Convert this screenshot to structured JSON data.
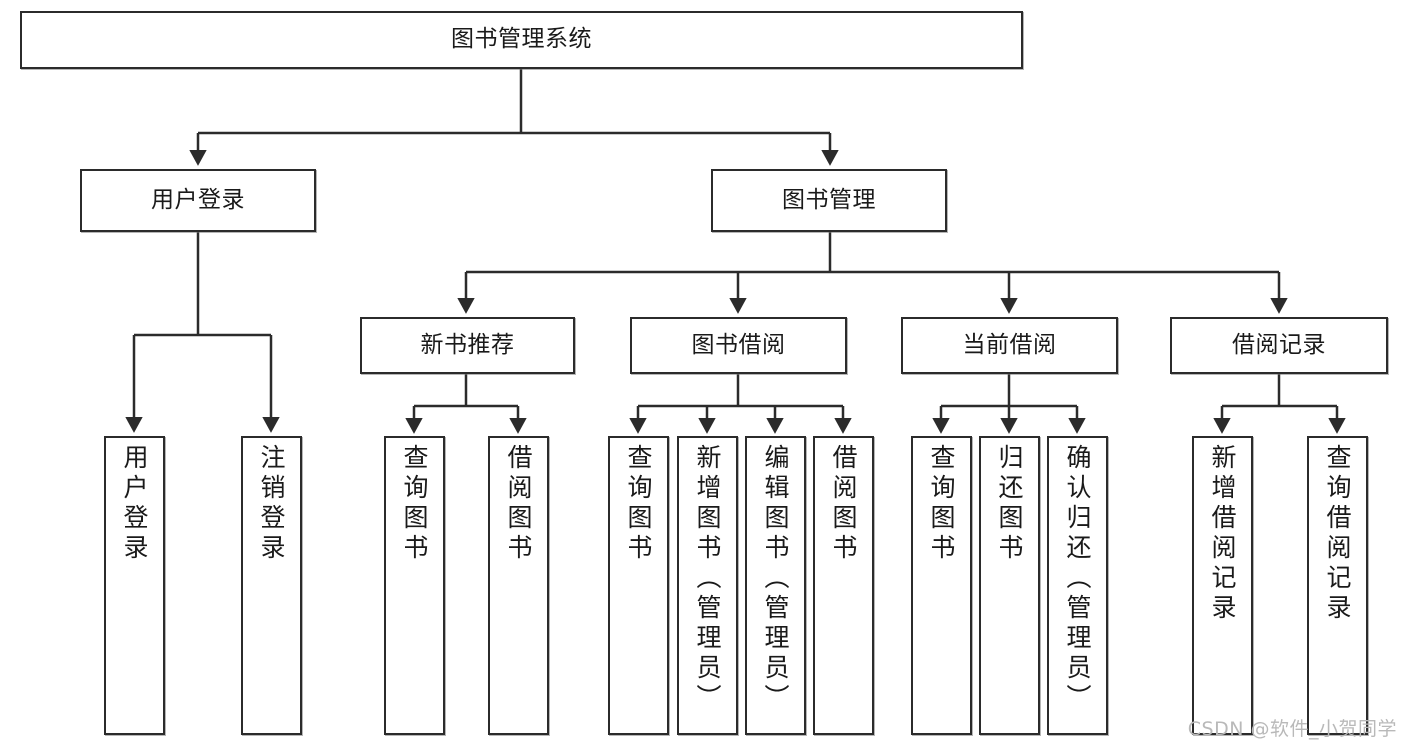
{
  "diagram": {
    "type": "tree",
    "title": "图书管理系统",
    "stroke_color": "#2b2b2b",
    "fill_color": "#ffffff",
    "text_color": "#1a1a1a",
    "watermark": "CSDN @软件_小贺同学",
    "nodes": {
      "root": {
        "label": "图书管理系统"
      },
      "level2": [
        {
          "id": "user-login",
          "label": "用户登录"
        },
        {
          "id": "book-manage",
          "label": "图书管理"
        }
      ],
      "level3": [
        {
          "id": "new-book-recommend",
          "label": "新书推荐"
        },
        {
          "id": "book-borrow",
          "label": "图书借阅"
        },
        {
          "id": "current-borrow",
          "label": "当前借阅"
        },
        {
          "id": "borrow-record",
          "label": "借阅记录"
        }
      ],
      "leaves": {
        "user_login": [
          {
            "id": "leaf-user-login",
            "label": "用户登录"
          },
          {
            "id": "leaf-user-logout",
            "label": "注销登录"
          }
        ],
        "new_book_recommend": [
          {
            "id": "leaf-query-book-1",
            "label": "查询图书"
          },
          {
            "id": "leaf-borrow-book-1",
            "label": "借阅图书"
          }
        ],
        "book_borrow": [
          {
            "id": "leaf-query-book-2",
            "label": "查询图书"
          },
          {
            "id": "leaf-add-book",
            "label": "新增图书（管理员）"
          },
          {
            "id": "leaf-edit-book",
            "label": "编辑图书（管理员）"
          },
          {
            "id": "leaf-borrow-book-2",
            "label": "借阅图书"
          }
        ],
        "current_borrow": [
          {
            "id": "leaf-query-book-3",
            "label": "查询图书"
          },
          {
            "id": "leaf-return-book",
            "label": "归还图书"
          },
          {
            "id": "leaf-confirm-return",
            "label": "确认归还（管理员）"
          }
        ],
        "borrow_record": [
          {
            "id": "leaf-add-record",
            "label": "新增借阅记录"
          },
          {
            "id": "leaf-query-record",
            "label": "查询借阅记录"
          }
        ]
      }
    }
  }
}
